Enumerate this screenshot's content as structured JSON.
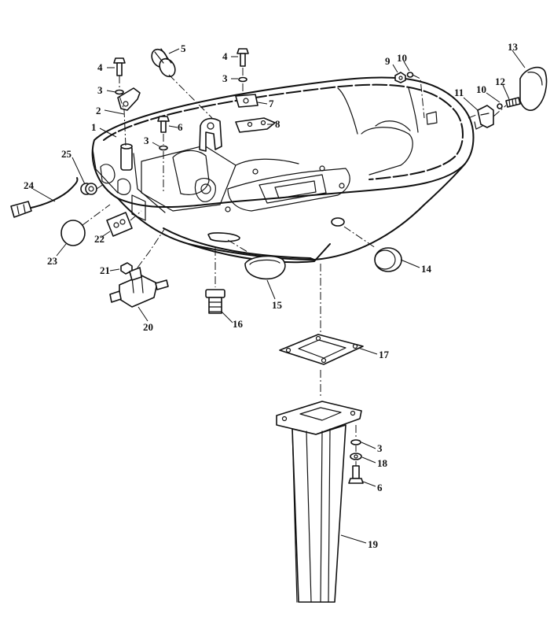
{
  "callouts": [
    {
      "id": "c1",
      "text": "1"
    },
    {
      "id": "c2",
      "text": "2"
    },
    {
      "id": "c3a",
      "text": "3"
    },
    {
      "id": "c4a",
      "text": "4"
    },
    {
      "id": "c5",
      "text": "5"
    },
    {
      "id": "c4b",
      "text": "4"
    },
    {
      "id": "c3b",
      "text": "3"
    },
    {
      "id": "c7",
      "text": "7"
    },
    {
      "id": "c8",
      "text": "8"
    },
    {
      "id": "c6a",
      "text": "6"
    },
    {
      "id": "c3c",
      "text": "3"
    },
    {
      "id": "c9",
      "text": "9"
    },
    {
      "id": "c10a",
      "text": "10"
    },
    {
      "id": "c13",
      "text": "13"
    },
    {
      "id": "c11",
      "text": "11"
    },
    {
      "id": "c10b",
      "text": "10"
    },
    {
      "id": "c12",
      "text": "12"
    },
    {
      "id": "c25",
      "text": "25"
    },
    {
      "id": "c24",
      "text": "24"
    },
    {
      "id": "c23",
      "text": "23"
    },
    {
      "id": "c22",
      "text": "22"
    },
    {
      "id": "c21",
      "text": "21"
    },
    {
      "id": "c20",
      "text": "20"
    },
    {
      "id": "c16",
      "text": "16"
    },
    {
      "id": "c15",
      "text": "15"
    },
    {
      "id": "c14",
      "text": "14"
    },
    {
      "id": "c17",
      "text": "17"
    },
    {
      "id": "c3d",
      "text": "3"
    },
    {
      "id": "c18",
      "text": "18"
    },
    {
      "id": "c6b",
      "text": "6"
    },
    {
      "id": "c19",
      "text": "19"
    }
  ]
}
